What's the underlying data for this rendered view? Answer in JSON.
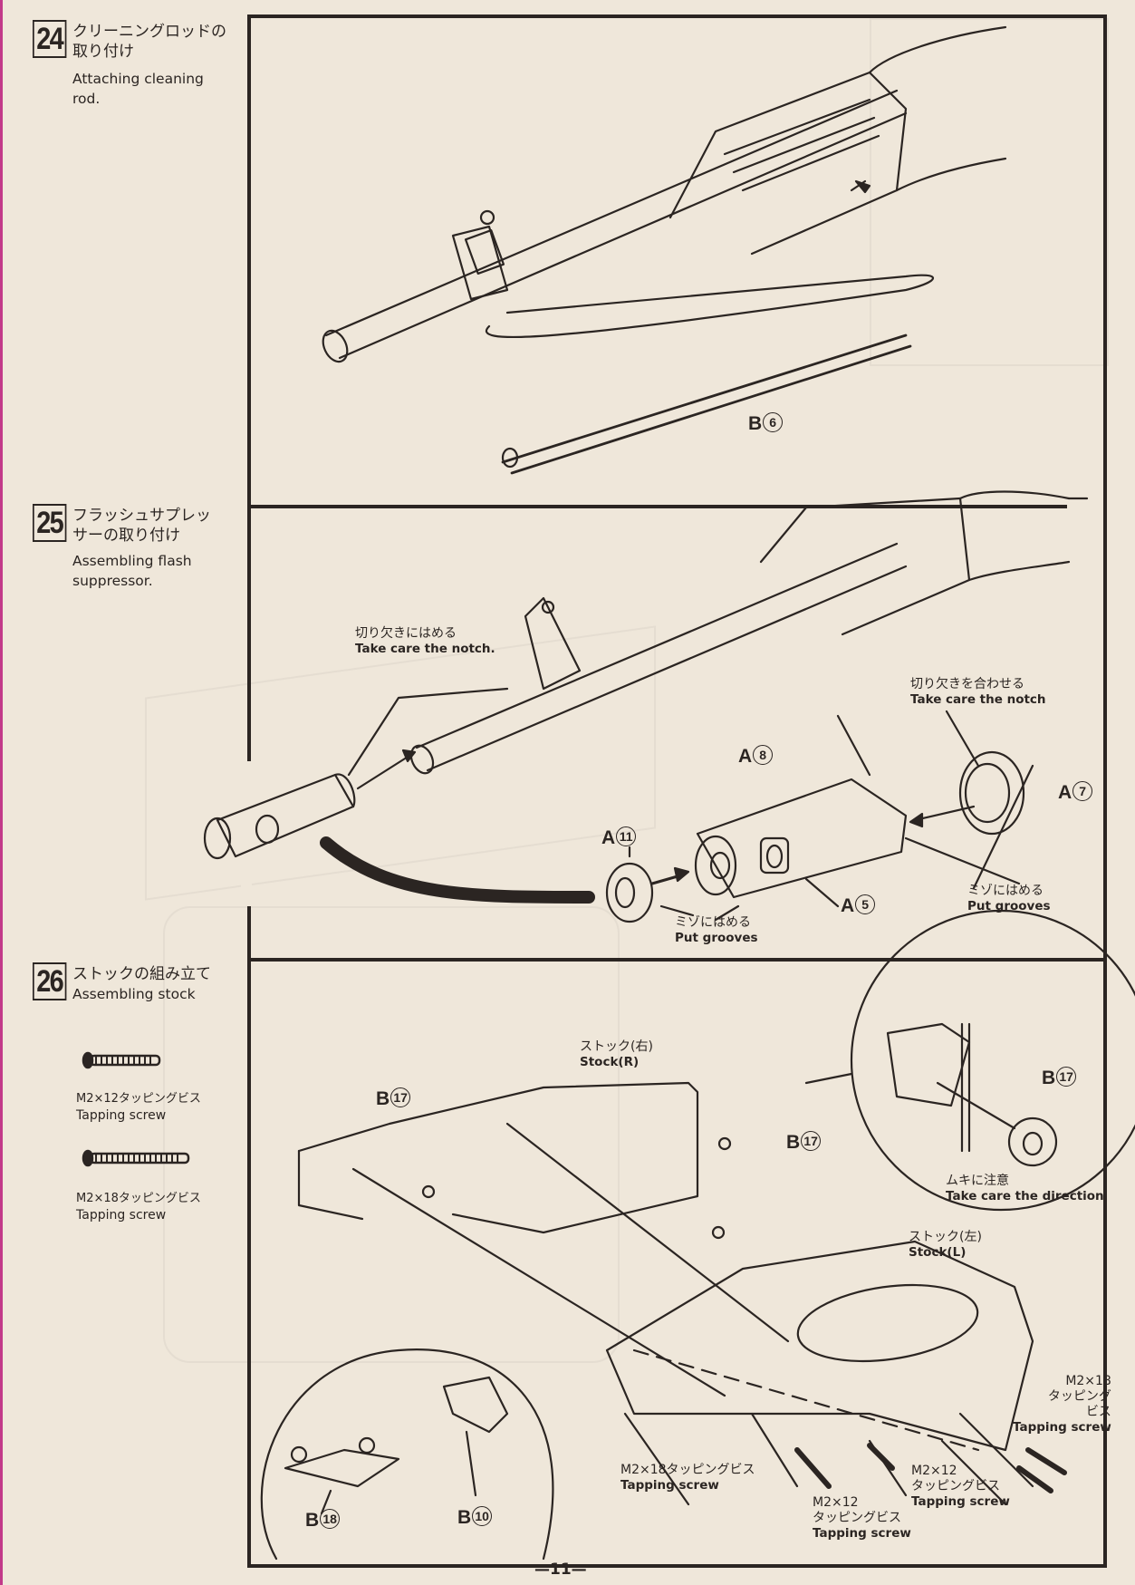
{
  "page": {
    "number": "—11—",
    "accent_color": "#2b2522",
    "paper_color": "#efe7da"
  },
  "steps": [
    {
      "number": "24",
      "title_ja": "クリーニングロッドの取り付け",
      "title_ja_lines": [
        "クリーニングロッドの",
        "取り付け"
      ],
      "title_en_lines": [
        "Attaching cleaning",
        "rod."
      ],
      "parts": [
        {
          "letter": "B",
          "num": "6"
        }
      ]
    },
    {
      "number": "25",
      "title_ja_lines": [
        "フラッシュサプレッ",
        "サーの取り付け"
      ],
      "title_en_lines": [
        "Assembling flash",
        "suppressor."
      ],
      "notes": [
        {
          "ja": "切り欠きにはめる",
          "en": "Take care the notch."
        },
        {
          "ja": "切り欠きを合わせる",
          "en": "Take care the notch"
        },
        {
          "ja": "ミゾにはめる",
          "en": "Put grooves"
        },
        {
          "ja": "ミゾにはめる",
          "en": "Put grooves"
        }
      ],
      "parts": [
        {
          "letter": "A",
          "num": "8"
        },
        {
          "letter": "A",
          "num": "7"
        },
        {
          "letter": "A",
          "num": "11"
        },
        {
          "letter": "A",
          "num": "5"
        }
      ]
    },
    {
      "number": "26",
      "title_ja_lines": [
        "ストックの組み立て"
      ],
      "title_en_lines": [
        "Assembling stock"
      ],
      "screw_legend": [
        {
          "ja": "M2×12タッピングビス",
          "en": "Tapping screw"
        },
        {
          "ja": "M2×18タッピングビス",
          "en": "Tapping screw"
        }
      ],
      "notes": [
        {
          "ja": "ストック(右)",
          "en": "Stock(R)"
        },
        {
          "ja": "ストック(左)",
          "en": "Stock(L)"
        },
        {
          "ja": "ムキに注意",
          "en": "Take care the direction"
        }
      ],
      "screw_labels": [
        {
          "ja": "M2×18タッピングビス",
          "en": "Tapping screw"
        },
        {
          "ja_lines": [
            "M2×12",
            "タッピングビス"
          ],
          "en": "Tapping screw"
        },
        {
          "ja_lines": [
            "M2×12",
            "タッピングビス"
          ],
          "en": "Tapping screw"
        },
        {
          "ja_lines": [
            "M2×18",
            "タッピング",
            "ビス"
          ],
          "en": "Tapping screw"
        }
      ],
      "parts": [
        {
          "letter": "B",
          "num": "17"
        },
        {
          "letter": "B",
          "num": "17"
        },
        {
          "letter": "B",
          "num": "17"
        },
        {
          "letter": "B",
          "num": "18"
        },
        {
          "letter": "B",
          "num": "10"
        }
      ]
    }
  ]
}
